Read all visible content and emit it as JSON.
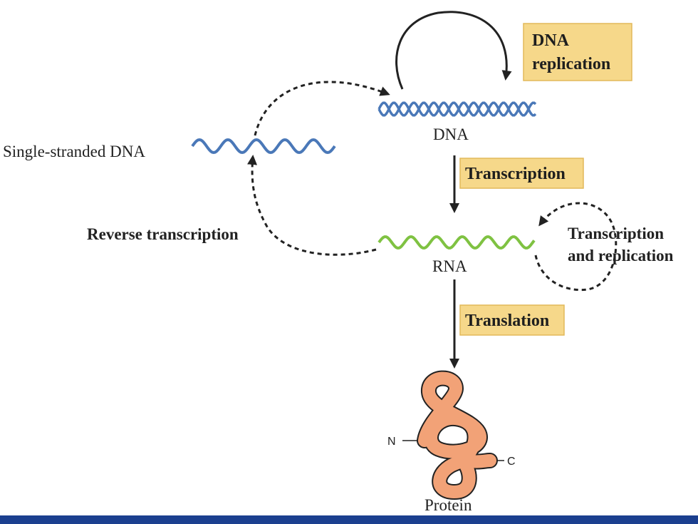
{
  "labels": {
    "dna": "DNA",
    "single_stranded_dna": "Single-stranded DNA",
    "rna": "RNA",
    "protein": "Protein",
    "reverse_transcription": "Reverse transcription",
    "rna_self_line1": "Transcription",
    "rna_self_line2": "and replication",
    "n_terminus": "N",
    "c_terminus": "C"
  },
  "boxes": {
    "dna_replication_line1": "DNA",
    "dna_replication_line2": "replication",
    "transcription": "Transcription",
    "translation": "Translation"
  },
  "colors": {
    "dna": "#4a78b8",
    "rna": "#7fc242",
    "box_fill": "#f6d88a",
    "protein_fill": "#f2a277",
    "protein_stroke": "#222222",
    "footer": "#1b3f8f",
    "arrow": "#222222"
  }
}
